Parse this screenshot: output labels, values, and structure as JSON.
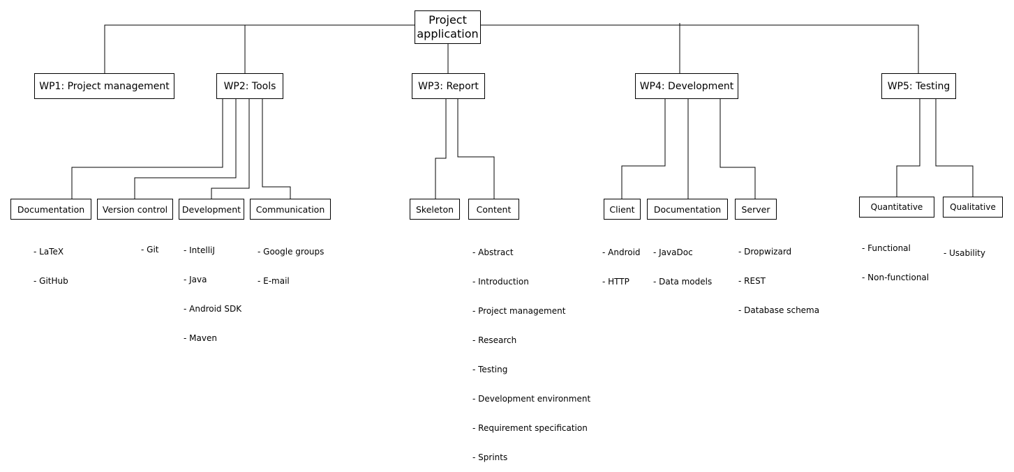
{
  "root": {
    "label_line1": "Project",
    "label_line2": "application"
  },
  "work_packages": [
    {
      "label": "WP1: Project management"
    },
    {
      "label": "WP2: Tools",
      "children": [
        {
          "label": "Documentation",
          "items": [
            "- LaTeX",
            "- GitHub"
          ]
        },
        {
          "label": "Version control",
          "items": [
            "- Git"
          ]
        },
        {
          "label": "Development",
          "items": [
            "- IntelliJ",
            "- Java",
            "- Android SDK",
            "- Maven"
          ]
        },
        {
          "label": "Communication",
          "items": [
            "- Google groups",
            "- E-mail"
          ]
        }
      ]
    },
    {
      "label": "WP3: Report",
      "children": [
        {
          "label": "Skeleton",
          "items": []
        },
        {
          "label": "Content",
          "items": [
            "- Abstract",
            "- Introduction",
            "- Project management",
            "- Research",
            "- Testing",
            "- Development environment",
            "- Requirement specification",
            "- Sprints"
          ]
        }
      ]
    },
    {
      "label": "WP4: Development",
      "children": [
        {
          "label": "Client",
          "items": [
            "- Android",
            "- HTTP"
          ]
        },
        {
          "label": "Documentation",
          "items": [
            "- JavaDoc",
            "- Data models"
          ]
        },
        {
          "label": "Server",
          "items": [
            "- Dropwizard",
            "- REST",
            "- Database schema"
          ]
        }
      ]
    },
    {
      "label": "WP5: Testing",
      "children": [
        {
          "label": "Quantitative",
          "items": [
            "- Functional",
            "- Non-functional"
          ]
        },
        {
          "label": "Qualitative",
          "items": [
            "- Usability"
          ]
        }
      ]
    }
  ]
}
